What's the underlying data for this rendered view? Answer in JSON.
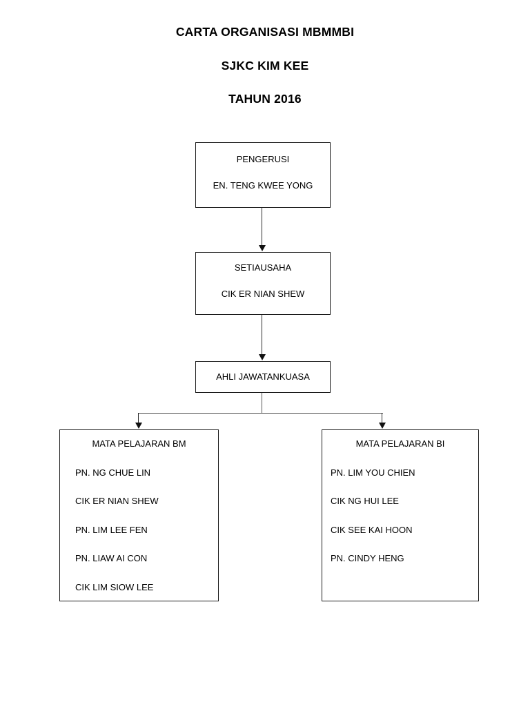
{
  "document": {
    "title_lines": [
      "CARTA ORGANISASI MBMMBI",
      "SJKC KIM KEE",
      "TAHUN 2016"
    ]
  },
  "chart": {
    "type": "org-chart",
    "orientation": "top-down",
    "nodes": {
      "pengerusi": {
        "role": "PENGERUSI",
        "name": "EN. TENG KWEE YONG"
      },
      "setiausaha": {
        "role": "SETIAUSAHA",
        "name": "CIK ER NIAN SHEW"
      },
      "ahli_jawatankuasa": {
        "role": "AHLI JAWATANKUASA"
      },
      "mata_pelajaran_bm": {
        "role": "MATA PELAJARAN BM",
        "members": [
          "PN. NG CHUE LIN",
          "CIK ER NIAN SHEW",
          "PN. LIM LEE FEN",
          "PN. LIAW AI CON",
          "CIK LIM SIOW LEE"
        ]
      },
      "mata_pelajaran_bi": {
        "role": "MATA PELAJARAN BI",
        "members": [
          "PN. LIM YOU CHIEN",
          "CIK NG HUI LEE",
          "CIK SEE KAI HOON",
          "PN. CINDY HENG"
        ]
      }
    },
    "edges": [
      {
        "from": "pengerusi",
        "to": "setiausaha",
        "style": "arrow"
      },
      {
        "from": "setiausaha",
        "to": "ahli_jawatankuasa",
        "style": "arrow"
      },
      {
        "from": "ahli_jawatankuasa",
        "to": "mata_pelajaran_bm",
        "style": "arrow"
      },
      {
        "from": "ahli_jawatankuasa",
        "to": "mata_pelajaran_bi",
        "style": "arrow"
      }
    ],
    "colors": {
      "page_background": "#ffffff",
      "box_border": "#1a1a1a",
      "connector": "#555555",
      "text": "#000000"
    }
  }
}
